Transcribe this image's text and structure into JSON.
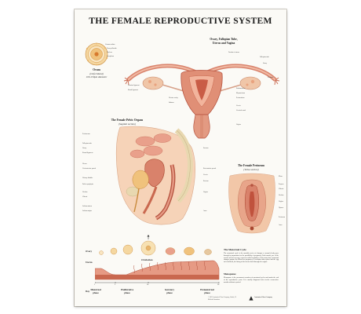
{
  "poster": {
    "title": "THE FEMALE REPRODUCTIVE SYSTEM"
  },
  "ovum": {
    "title": "Ovum",
    "subtitle": "(Unfertilized)",
    "size": "100-150μm diameter"
  },
  "ovary_panel": {
    "title": "Ovary, Fallopian Tube,",
    "title2": "Uterus and Vagina"
  },
  "pelvic_panel": {
    "title": "The Female Pelvic Organs",
    "subtitle": "(Sagittal section)"
  },
  "perineum_panel": {
    "title": "The Female Perineum",
    "subtitle": "(Vulva section)"
  },
  "cycle": {
    "ovary_label": "Ovary",
    "uterus_label": "Uterus",
    "ovulation_label": "Ovulation",
    "day_label": "Day",
    "day_ticks": [
      "1",
      "5",
      "14",
      "28"
    ],
    "phases": [
      {
        "name": "Menstrual",
        "sub": "phase"
      },
      {
        "name": "Proliferative",
        "sub": "phase"
      },
      {
        "name": "Secretory",
        "sub": "phase"
      },
      {
        "name": "Premenstrual",
        "sub": "phase"
      }
    ]
  },
  "menstrual_text": {
    "heading": "The Menstrual Cycle",
    "body": "The menstrual cycle is the monthly series of changes a woman's body goes through in preparation for the possibility of pregnancy. Each month, one of the ovaries releases an egg, a process called ovulation. At the same time, hormonal changes prepare the uterus for pregnancy. If ovulation takes place and the egg isn't fertilized, the lining of the uterus sheds through the vagina."
  },
  "menopause_text": {
    "heading": "Menopause",
    "body": "Menopause is the permanent cessation of menstrual cycles and marks the end of the reproductive years. It is usually diagnosed after twelve consecutive months without a period."
  },
  "footer": {
    "publisher": "Anatomical Chart Company",
    "line1": "© 2002 Anatomical Chart Company, Skokie, IL",
    "line2": "Medical illustration"
  },
  "colors": {
    "tissue": "#d9826b",
    "tissue_dark": "#b5533f",
    "tissue_light": "#f0b9a3",
    "bone": "#e8d8b0",
    "skin": "#f2c7a8",
    "poster_bg": "#fbfaf6"
  }
}
